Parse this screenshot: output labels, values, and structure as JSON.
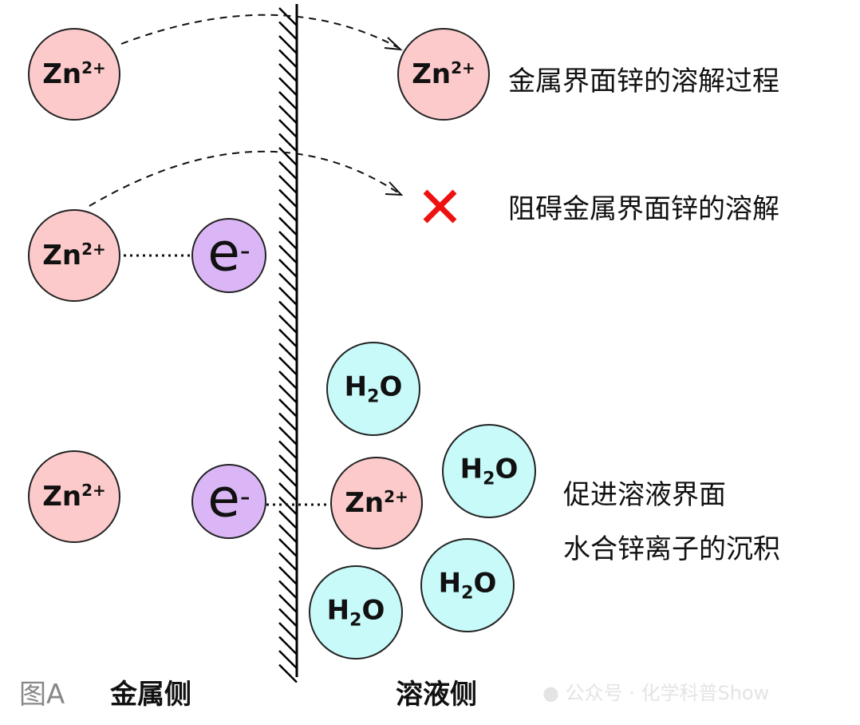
{
  "labels": {
    "row1": "金属界面锌的溶解过程",
    "row2": "阻碍金属界面锌的溶解",
    "row3_line1": "促进溶液界面",
    "row3_line2": "水合锌离子的沉积",
    "figure": "图A",
    "metal_side": "金属侧",
    "solution_side": "溶液侧",
    "watermark": "公众号 · 化学科普Show"
  },
  "particles": {
    "zinc": "Zn",
    "zinc_charge": "2+",
    "electron": "e",
    "electron_charge": "-",
    "water_h": "H",
    "water_sub": "2",
    "water_o": "O"
  },
  "colors": {
    "zinc": "#fccaca",
    "electron": "#dbb6f6",
    "water": "#c8fafa",
    "cross": "#ee1111"
  }
}
